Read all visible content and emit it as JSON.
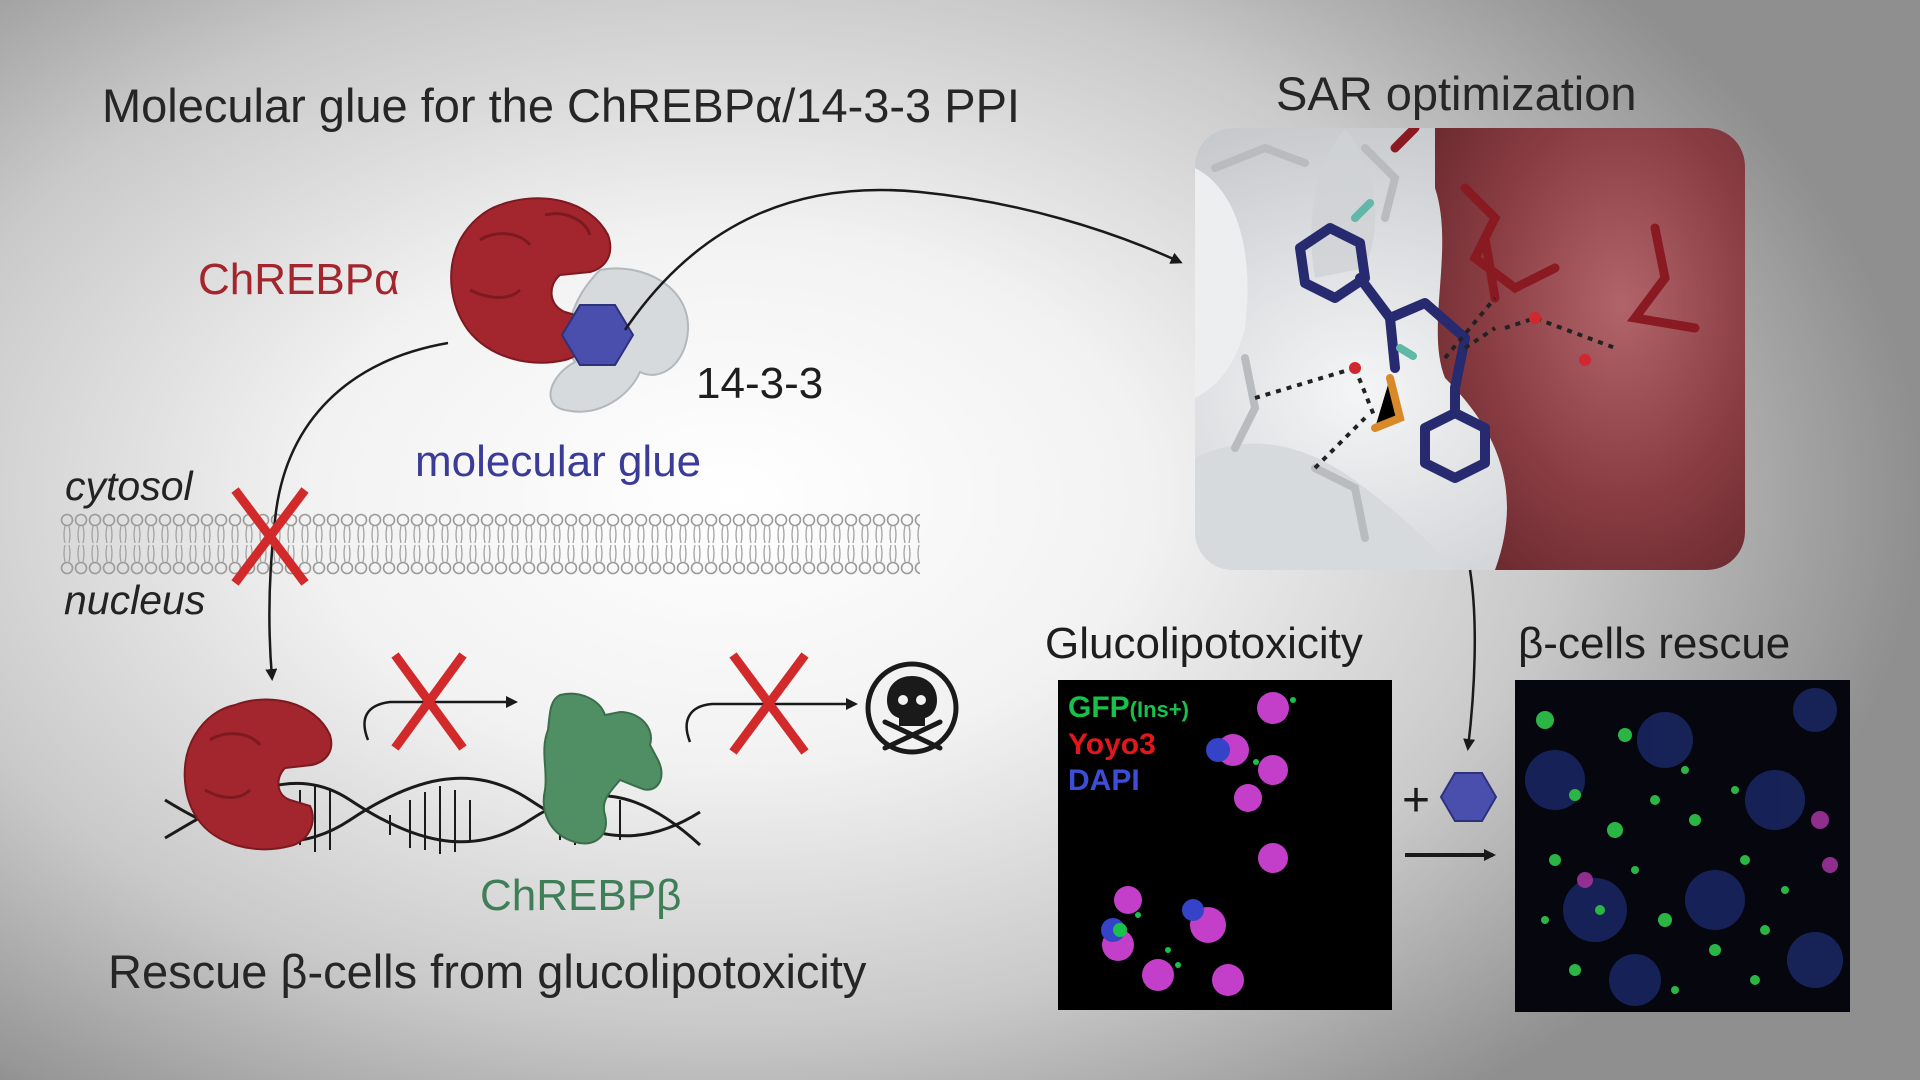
{
  "title": "Molecular glue for the ChREBPα/14-3-3 PPI",
  "sar_title": "SAR optimization",
  "labels": {
    "chrebp_alpha": "ChREBPα",
    "protein_1433": "14-3-3",
    "molecular_glue": "molecular glue",
    "cytosol": "cytosol",
    "nucleus": "nucleus",
    "chrebp_beta": "ChREBPβ",
    "glucolipotoxicity": "Glucolipotoxicity",
    "beta_cells_rescue": "β-cells rescue"
  },
  "bottom_title": "Rescue β-cells from glucolipotoxicity",
  "legend": {
    "gfp": "GFP",
    "gfp_sub": "(Ins+)",
    "yoyo3": "Yoyo3",
    "dapi": "DAPI"
  },
  "plus_sign": "+",
  "colors": {
    "chrebp_alpha": "#a3262e",
    "protein_1433": "#d4d8dc",
    "glue": "#4a4fae",
    "chrebp_beta": "#4f8f63",
    "inhibit_x": "#d22a2a",
    "gfp": "#18c24a",
    "yoyo3": "#e2171d",
    "dapi": "#3c4ed8"
  },
  "icons": [
    "hexagon-icon",
    "skull-crossbones-icon",
    "cross-mark-icon",
    "arrow-icon"
  ]
}
